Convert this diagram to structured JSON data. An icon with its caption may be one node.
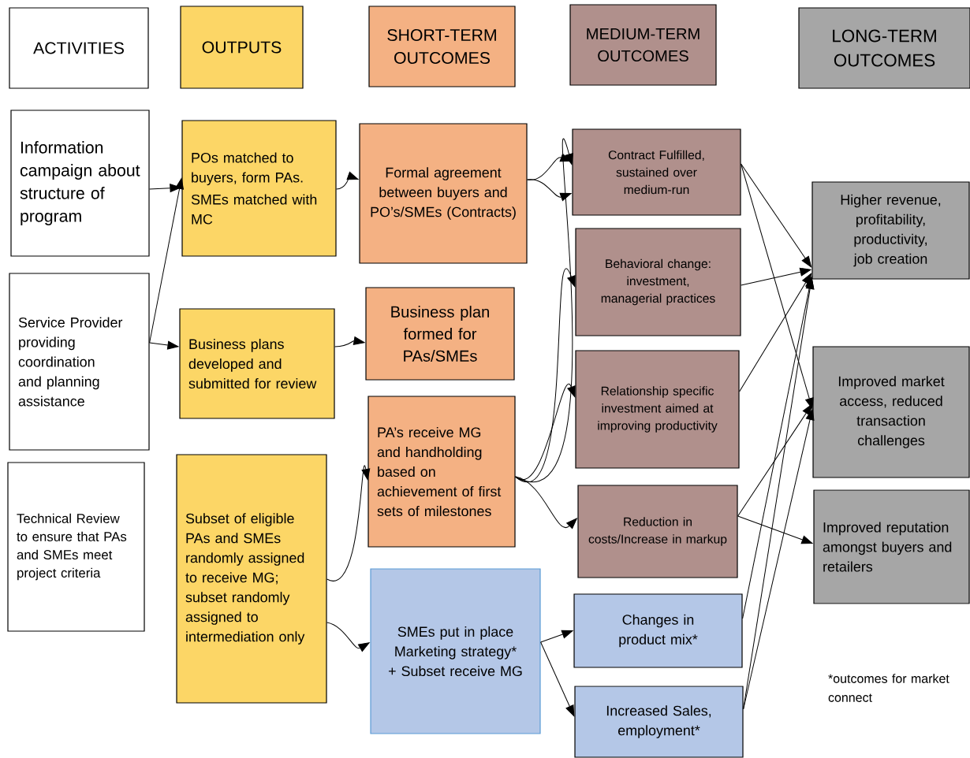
{
  "diagram": {
    "nodes": [
      {
        "text": [
          "ACTIVITIES"
        ]
      },
      {
        "text": [
          "OUTPUTS"
        ]
      },
      {
        "text": [
          "SHORT-TERM OUTCOMES"
        ]
      },
      {
        "text": [
          "MEDIUM-TERM OUTCOMES"
        ]
      },
      {
        "text": [
          "LONG-TERM OUTCOMES"
        ]
      },
      {
        "text": [
          "Information campaign about structure of program"
        ]
      },
      {
        "text": [
          "Service Provider providing coordination and planning assistance"
        ]
      },
      {
        "text": [
          "Technical Review to ensure that PAs and SMEs meet project criteria"
        ]
      },
      {
        "text": [
          "POs matched to buyers, form PAs.",
          "SMEs matched with MC"
        ]
      },
      {
        "text": [
          "Business plans developed and submitted for review"
        ]
      },
      {
        "text": [
          "Subset of eligible PAs and SMEs randomly assigned to receive MG; subset randomly assigned to intermediation only"
        ]
      },
      {
        "text": [
          "Formal agreement between buyers and PO’s/SMEs (Contracts)"
        ]
      },
      {
        "text": [
          "Business plan formed for PAs/SMEs"
        ]
      },
      {
        "text": [
          "PA’s receive MG and handholding based on achievement of first sets of milestones"
        ]
      },
      {
        "text": [
          "SMEs put in place Marketing strategy* + Subset receive MG"
        ]
      },
      {
        "text": [
          "Contract Fulfilled, sustained over medium-run"
        ]
      },
      {
        "text": [
          "Behavioral change: investment, managerial practices"
        ]
      },
      {
        "text": [
          "Relationship specific investment aimed at improving productivity"
        ]
      },
      {
        "text": [
          "Reduction in costs/Increase in markup"
        ]
      },
      {
        "text": [
          "Changes in product mix*"
        ]
      },
      {
        "text": [
          "Increased Sales, employment*"
        ]
      },
      {
        "text": [
          "Higher revenue, profitability, productivity, job creation"
        ]
      },
      {
        "text": [
          "Improved market access, reduced transaction challenges"
        ]
      },
      {
        "text": [
          "Improved reputation amongst buyers and retailers"
        ]
      }
    ],
    "edges": [
      {
        "from": 5,
        "to": 8,
        "arrow": "to"
      },
      {
        "from": 6,
        "to": 8,
        "arrow": "to"
      },
      {
        "from": 6,
        "to": 9,
        "arrow": "to"
      },
      {
        "from": 8,
        "to": 11,
        "arrow": "to"
      },
      {
        "from": 9,
        "to": 12,
        "arrow": "to"
      },
      {
        "from": 10,
        "to": 13,
        "arrow": "to"
      },
      {
        "from": 10,
        "to": 14,
        "arrow": "to"
      },
      {
        "from": 11,
        "to": 15,
        "arrow": "to"
      },
      {
        "from": 11,
        "to": 15,
        "arrow": "to"
      },
      {
        "from": 13,
        "to": 15,
        "arrow": "to"
      },
      {
        "from": 13,
        "to": 16,
        "arrow": "to"
      },
      {
        "from": 13,
        "to": 17,
        "arrow": "to"
      },
      {
        "from": 13,
        "to": 18,
        "arrow": "to"
      },
      {
        "from": 14,
        "to": 19,
        "arrow": "to"
      },
      {
        "from": 14,
        "to": 20,
        "arrow": "to"
      },
      {
        "from": 15,
        "to": 21,
        "arrow": "to"
      },
      {
        "from": 15,
        "to": 22,
        "arrow": "to"
      },
      {
        "from": 16,
        "to": 21,
        "arrow": "to"
      },
      {
        "from": 17,
        "to": 21,
        "arrow": "to"
      },
      {
        "from": 18,
        "to": 22,
        "arrow": "to"
      },
      {
        "from": 18,
        "to": 23,
        "arrow": "to"
      },
      {
        "from": 19,
        "to": 21,
        "arrow": "to"
      },
      {
        "from": 20,
        "to": 21,
        "arrow": "to"
      },
      {
        "from": 20,
        "to": 22,
        "arrow": "to"
      }
    ],
    "labels": [
      "*outcomes for market connect"
    ]
  }
}
